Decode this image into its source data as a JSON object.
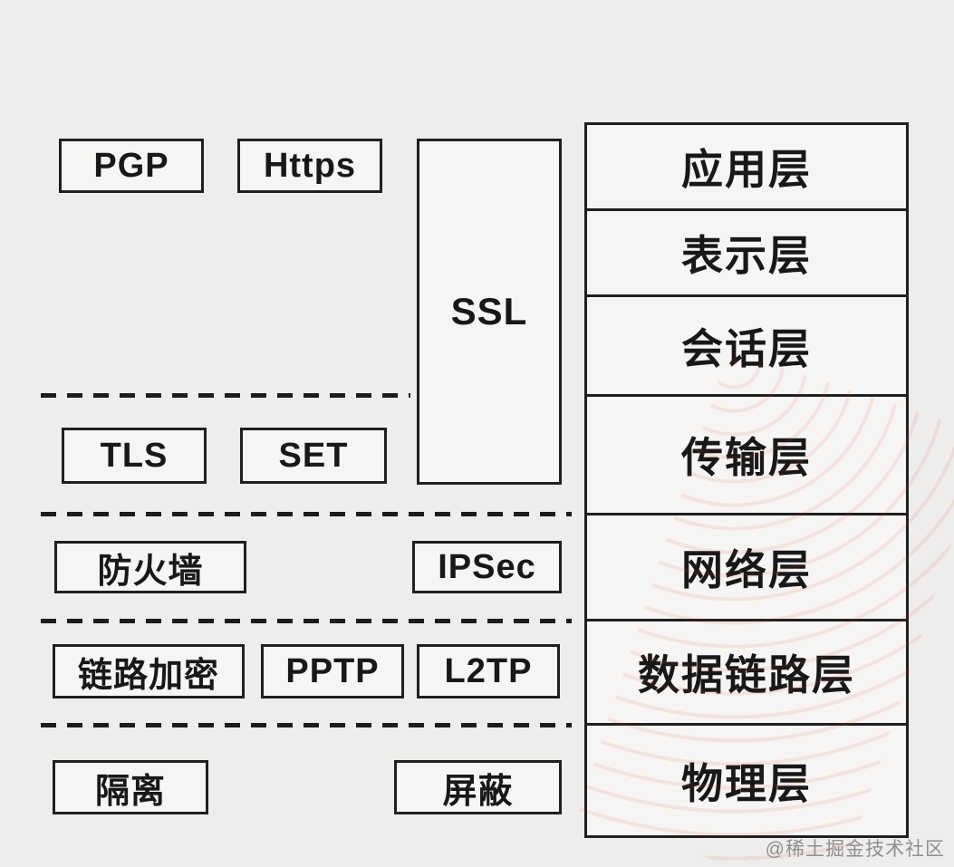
{
  "layers": [
    {
      "label": "应用层"
    },
    {
      "label": "表示层"
    },
    {
      "label": "会话层"
    },
    {
      "label": "传输层"
    },
    {
      "label": "网络层"
    },
    {
      "label": "数据链路层"
    },
    {
      "label": "物理层"
    }
  ],
  "protocols": {
    "pgp": "PGP",
    "https": "Https",
    "ssl": "SSL",
    "tls": "TLS",
    "set": "SET",
    "firewall": "防火墙",
    "ipsec": "IPSec",
    "link_encryption": "链路加密",
    "pptp": "PPTP",
    "l2tp": "L2TP",
    "isolation": "隔离",
    "shielding": "屏蔽"
  },
  "watermark": "@稀土掘金技术社区"
}
